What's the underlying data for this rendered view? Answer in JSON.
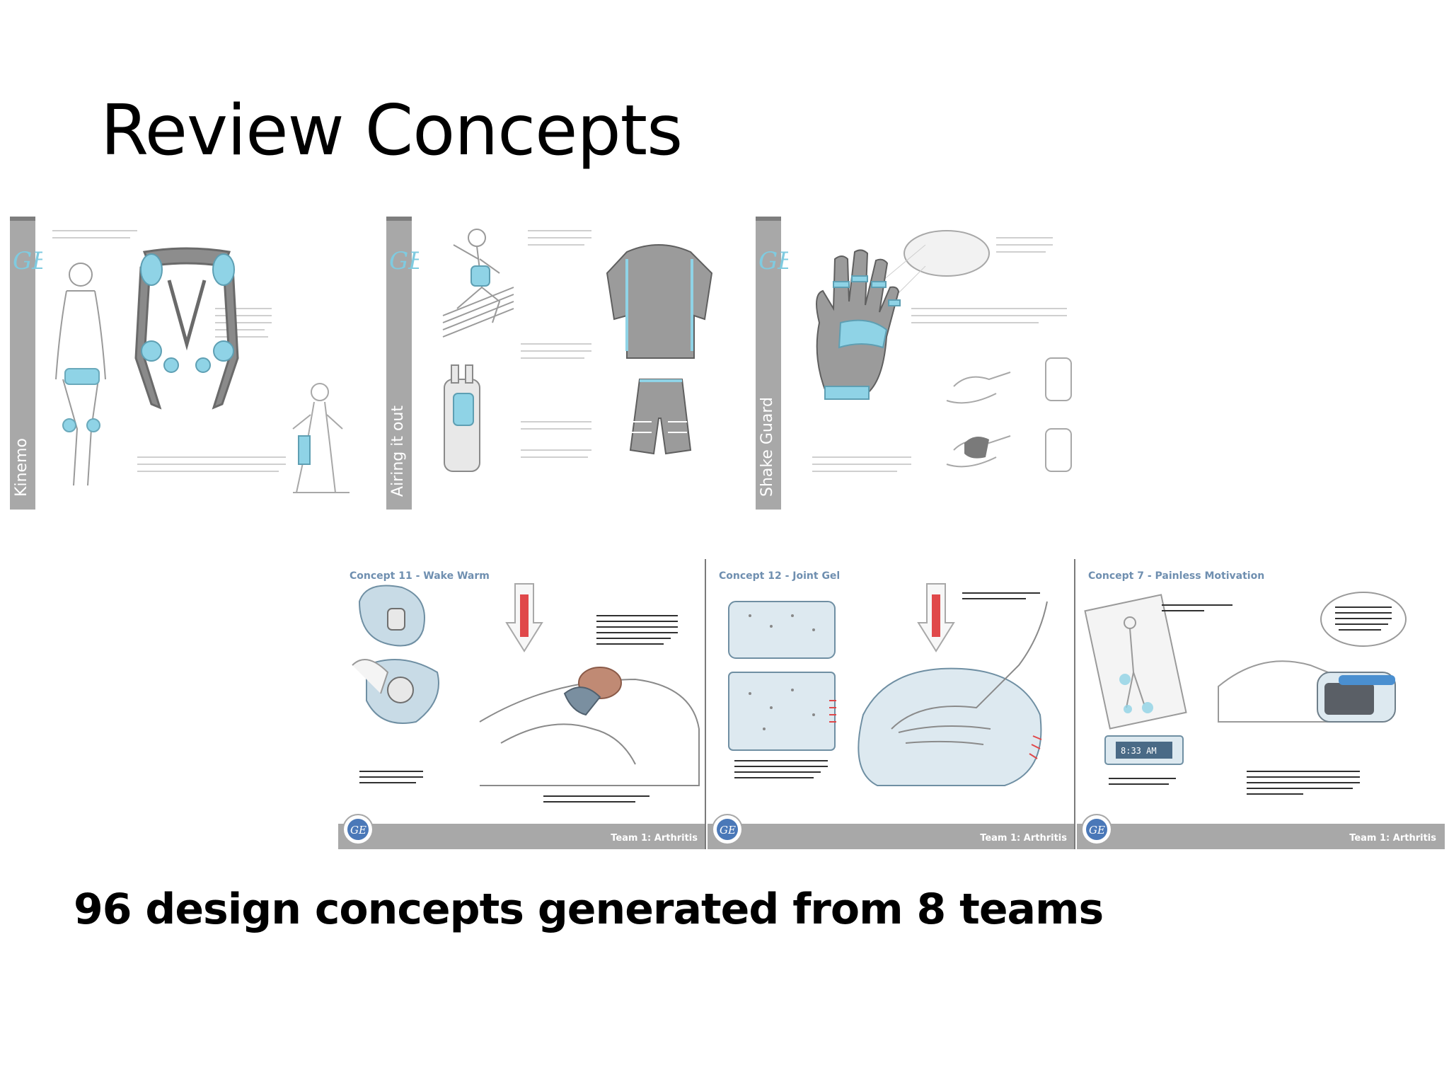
{
  "slide": {
    "title": "Review Concepts",
    "footer": "96 design concepts generated from 8 teams"
  },
  "top_boards": [
    {
      "label": "Kinemo"
    },
    {
      "label": "Airing it out"
    },
    {
      "label": "Shake Guard"
    }
  ],
  "bottom_boards": [
    {
      "title": "Concept 11 - Wake Warm",
      "team": "Team 1: Arthritis"
    },
    {
      "title": "Concept 12 - Joint Gel",
      "team": "Team 1: Arthritis"
    },
    {
      "title": "Concept 7 - Painless Motivation",
      "team": "Team 1: Arthritis"
    }
  ],
  "colors": {
    "accent_blue": "#8fd3e6",
    "board_grey": "#a8a8a8",
    "thermo_red": "#e0484a"
  }
}
